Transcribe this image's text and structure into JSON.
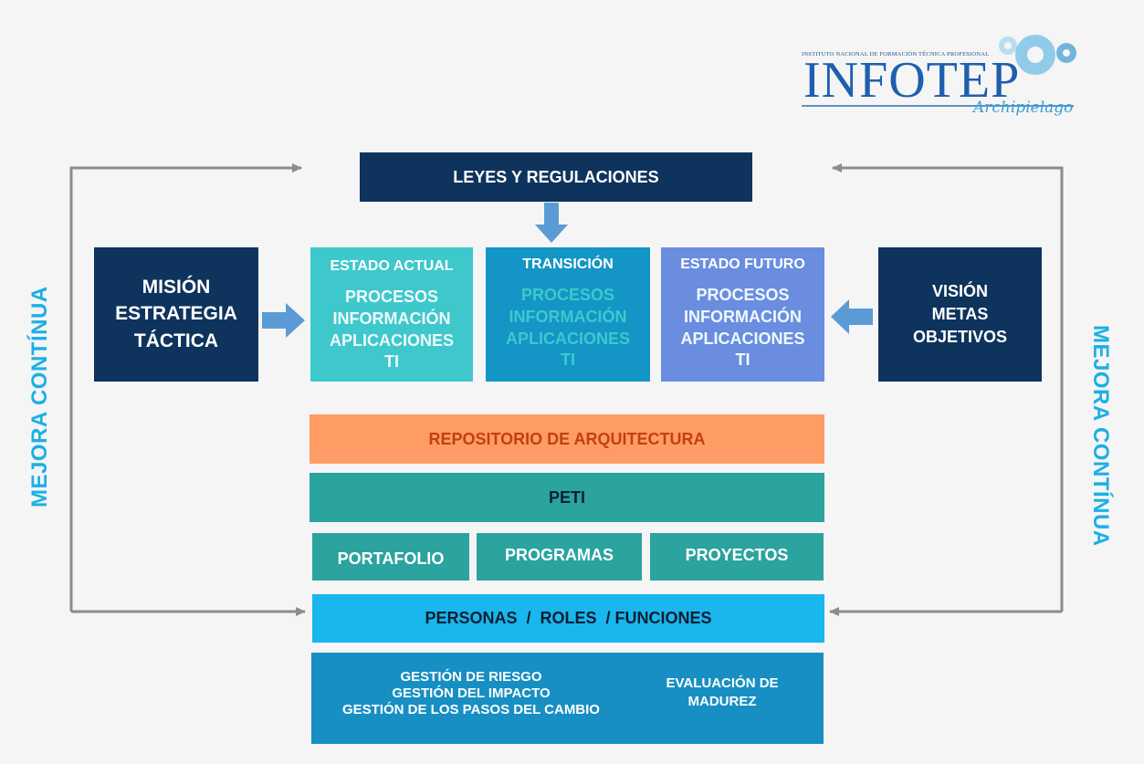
{
  "logo": {
    "institute": "INSTITUTO NACIONAL DE FORMACIÓN TÉCNICA PROFESIONAL",
    "name": "INFOTEP",
    "sub": "Archipielago"
  },
  "top_box": "LEYES Y REGULACIONES",
  "left_box": [
    "MISIÓN",
    "ESTRATEGIA",
    "TÁCTICA"
  ],
  "right_box": [
    "VISIÓN",
    "METAS",
    "OBJETIVOS"
  ],
  "panels": [
    {
      "title": "ESTADO ACTUAL",
      "lines": [
        "PROCESOS",
        "INFORMACIÓN",
        "APLICACIONES",
        "TI"
      ]
    },
    {
      "title": "TRANSICIÓN",
      "lines": [
        "PROCESOS",
        "INFORMACIÓN",
        "APLICACIONES",
        "TI"
      ]
    },
    {
      "title": "ESTADO FUTURO",
      "lines": [
        "PROCESOS",
        "INFORMACIÓN",
        "APLICACIONES",
        "TI"
      ]
    }
  ],
  "repository": "REPOSITORIO DE ARQUITECTURA",
  "peti": "PETI",
  "portfolio_row": [
    "PORTAFOLIO",
    "PROGRAMAS",
    "PROYECTOS"
  ],
  "people": "PERSONAS  /  ROLES  / FUNCIONES",
  "management": [
    "GESTIÓN DE RIESGO",
    "GESTIÓN DEL IMPACTO",
    "GESTIÓN DE LOS PASOS DEL CAMBIO"
  ],
  "maturity": [
    "EVALUACIÓN DE",
    "MADUREZ"
  ],
  "left_vertical": "MEJORA CONTÍNUA",
  "right_vertical": "MEJORA CONTÍNUA",
  "colors": {
    "navy": "#0e335c",
    "teal_light": "#3ec8cc",
    "teal_mid": "#1395c6",
    "blue_soft": "#6a8de0",
    "orange": "#ff9c66",
    "teal": "#2ba39e",
    "sky": "#1ab6ee",
    "deep": "#178fc3",
    "arrow_blue": "#5b9bd5",
    "loop_gray": "#8c8c8c",
    "vertical_text": "#1ab0e6"
  }
}
